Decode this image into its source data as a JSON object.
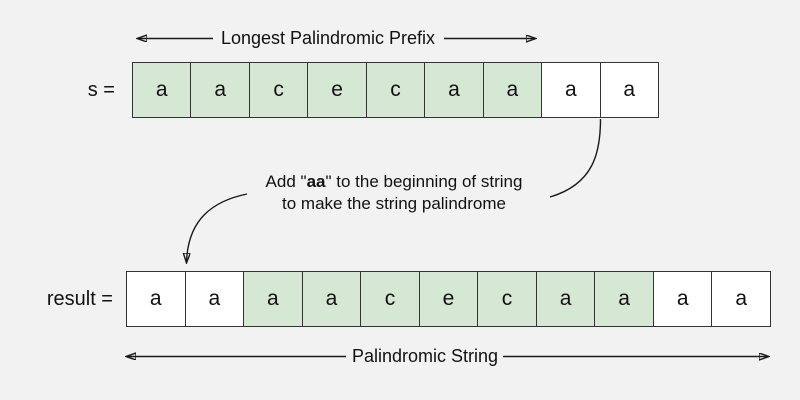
{
  "labels": {
    "top_arrow": "Longest Palindromic Prefix",
    "bottom_arrow": "Palindromic String"
  },
  "annotation": {
    "line1_pre": "Add \"",
    "line1_bold": "aa",
    "line1_post": "\" to the beginning of string",
    "line2": "to make the string palindrome"
  },
  "rows": {
    "s": {
      "label": "s =",
      "cells": [
        {
          "char": "a",
          "state": "prefix"
        },
        {
          "char": "a",
          "state": "prefix"
        },
        {
          "char": "c",
          "state": "prefix"
        },
        {
          "char": "e",
          "state": "prefix"
        },
        {
          "char": "c",
          "state": "prefix"
        },
        {
          "char": "a",
          "state": "prefix"
        },
        {
          "char": "a",
          "state": "prefix"
        },
        {
          "char": "a",
          "state": "plain"
        },
        {
          "char": "a",
          "state": "plain"
        }
      ]
    },
    "result": {
      "label": "result =",
      "cells": [
        {
          "char": "a",
          "state": "plain"
        },
        {
          "char": "a",
          "state": "plain"
        },
        {
          "char": "a",
          "state": "prefix"
        },
        {
          "char": "a",
          "state": "prefix"
        },
        {
          "char": "c",
          "state": "prefix"
        },
        {
          "char": "e",
          "state": "prefix"
        },
        {
          "char": "c",
          "state": "prefix"
        },
        {
          "char": "a",
          "state": "prefix"
        },
        {
          "char": "a",
          "state": "prefix"
        },
        {
          "char": "a",
          "state": "plain"
        },
        {
          "char": "a",
          "state": "plain"
        }
      ]
    }
  },
  "colors": {
    "background": "#f2f2f2",
    "cell_highlight": "#d5e8d4",
    "cell_plain": "#ffffff",
    "border": "#333333",
    "arrow": "#1a1a1a",
    "text": "#111111"
  }
}
